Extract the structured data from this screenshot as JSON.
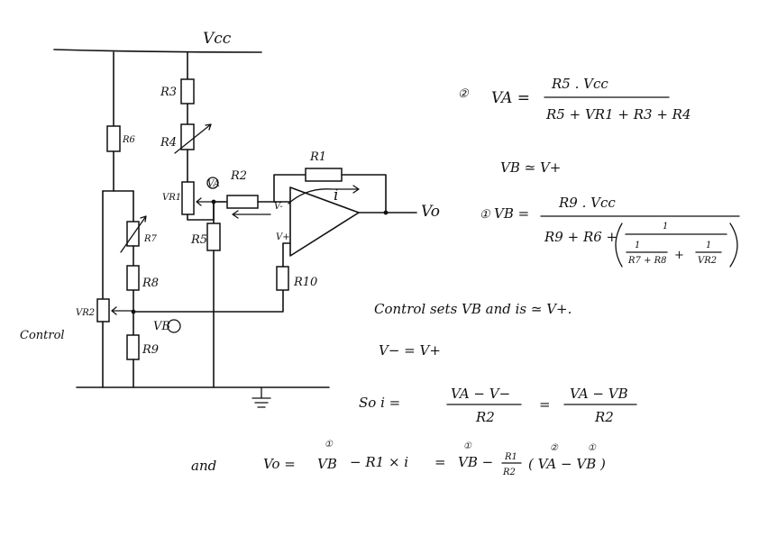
{
  "labels": {
    "vcc": "Vcc",
    "r1": "R1",
    "r2": "R2",
    "r3": "R3",
    "r4": "R4",
    "r5": "R5",
    "r6": "R6",
    "r7": "R7",
    "r8": "R8",
    "r9": "R9",
    "r10": "R10",
    "vr1": "VR1",
    "vr2": "VR2",
    "va_node": "VA",
    "vb_node": "VB",
    "v_minus": "V-",
    "v_plus": "V+",
    "current": "i",
    "vo": "Vo",
    "control": "Control"
  },
  "equations": {
    "eq2_marker": "②",
    "eq2_lhs": "VA =",
    "eq2_num": "R5 . Vcc",
    "eq2_den": "R5 + VR1 + R3 + R4",
    "eq_vb_approx": "VB ≃ V+",
    "eq1_marker": "①",
    "eq1_lhs": "VB =",
    "eq1_num": "R9 . Vcc",
    "eq1_den": "R9 + R6 +",
    "eq1_inner_one": "1",
    "eq1_inner_small_one": "1",
    "eq1_inner_r78": "R7 + R8",
    "eq1_plus": "+",
    "eq1_inner_one_b": "1",
    "eq1_inner_vr2": "VR2",
    "note_control": "Control sets VB and is ≃ V+.",
    "eq_vminus": "V− = V+",
    "so_label": "So i =",
    "so_num1": "VA − V−",
    "so_den1": "R2",
    "so_eq": "=",
    "so_num2": "VA − VB",
    "so_den2": "R2",
    "and_label": "and",
    "vo_lhs": "Vo =",
    "vo_term1": "VB",
    "vo_minus": "− R1 × i",
    "vo_eq2": "=",
    "vo_term2": "VB −",
    "vo_frac_num": "R1",
    "vo_frac_den": "R2",
    "vo_paren": "( VA − VB )",
    "mk1a": "①",
    "mk1b": "①",
    "mk2": "②",
    "mk1c": "①"
  }
}
